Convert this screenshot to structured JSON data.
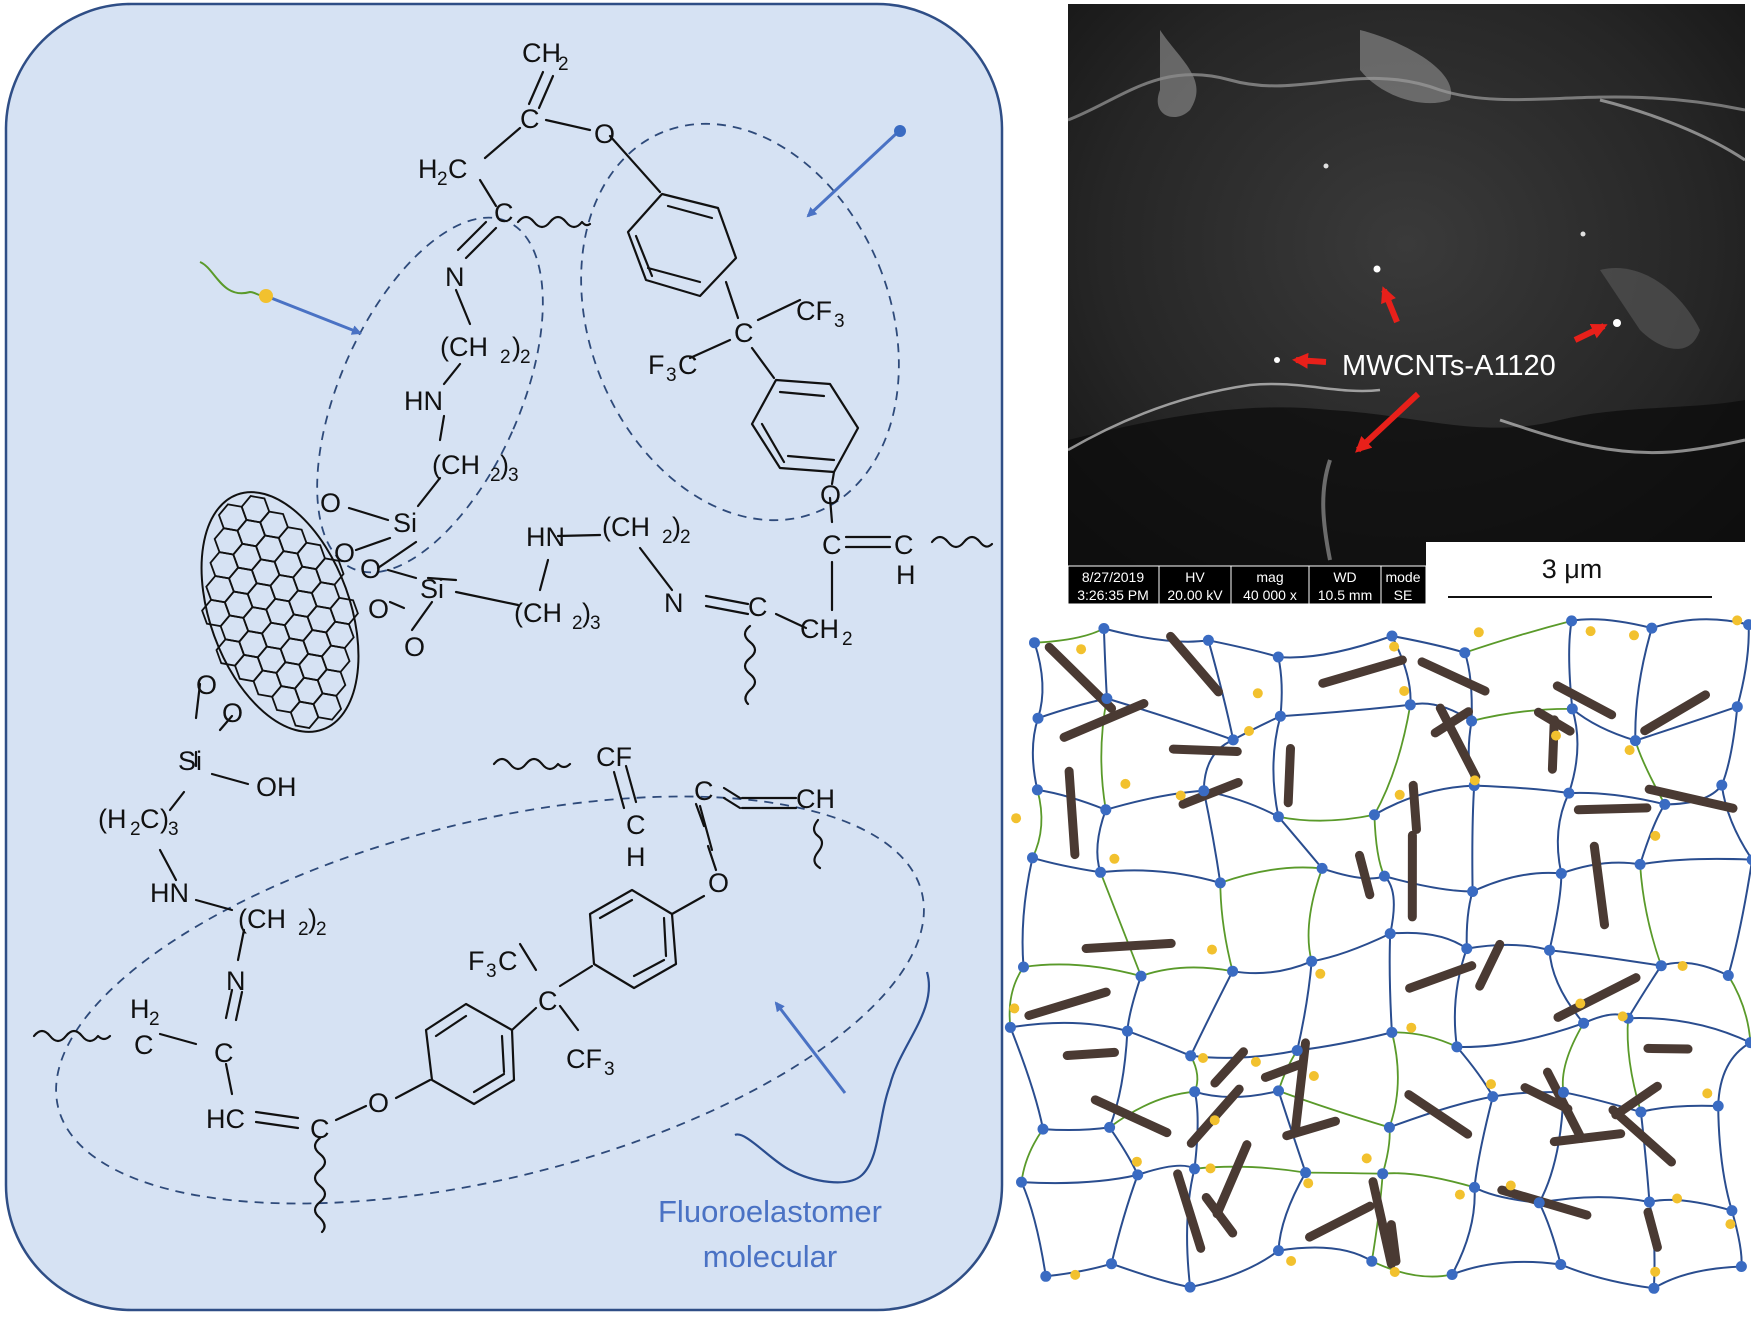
{
  "colors": {
    "panel_bg": "#d6e2f3",
    "panel_border": "#2f4e86",
    "arrow_blue": "#4a72c4",
    "network_node": "#3a6bc2",
    "network_bond": "#2a4d8f",
    "network_link": "#5a9a2a",
    "yellow_dot": "#f2c12e",
    "rod": "#4a3a33",
    "red_arrow": "#e8201a"
  },
  "left_panel": {
    "fluoro_label_line1": "Fluoroelastomer",
    "fluoro_label_line2": "molecular"
  },
  "chem_labels": {
    "ch2_top": "CH",
    "c_top": "C",
    "o_top": "O",
    "h2c_top": "H",
    "c_mid": "C",
    "n1": "N",
    "ch2_2_a": "(CH",
    "hn1": "HN",
    "ch2_3_a": "(CH",
    "o_si1": "O",
    "si1": "Si",
    "o_si1b": "O",
    "o_si2": "O",
    "si2": "Si",
    "o_si2b": "O",
    "o_si2c": "O",
    "ch2_3_b": "(CH",
    "hn2": "HN",
    "ch2_2_b": "(CH",
    "n2": "N",
    "c_n2": "C",
    "ch2_b": "CH",
    "cf3_1": "CF",
    "c_cf3": "C",
    "f3c_1": "F",
    "o_ring": "O",
    "c_vinyl": "C",
    "c_vinyl2": "C",
    "h_vinyl": "H",
    "o_si3": "O",
    "o_si3b": "O",
    "si3": "Si",
    "oh": "OH",
    "h2c3": "(H",
    "hn3": "HN",
    "ch2_2_c": "(CH",
    "n3": "N",
    "h2_c": "H",
    "c_h2": "C",
    "c_n3": "C",
    "hc": "HC",
    "c_o": "C",
    "o_bottom": "O",
    "f3c_2": "F",
    "c_cf3_2": "C",
    "cf3_2": "CF",
    "o_ring2": "O",
    "cf": "CF",
    "c_mid2": "C",
    "ch_right": "CH",
    "h_bottom": "H",
    "sub_2": "2",
    "sub_3": "3"
  },
  "sem": {
    "label": "MWCNTs-A1120",
    "scale_label": "3 μm",
    "info_headers": [
      "8/27/2019",
      "HV",
      "mag",
      "WD",
      "mode"
    ],
    "info_values": [
      "3:26:35 PM",
      "20.00 kV",
      "40 000 x",
      "10.5 mm",
      "SE"
    ]
  }
}
